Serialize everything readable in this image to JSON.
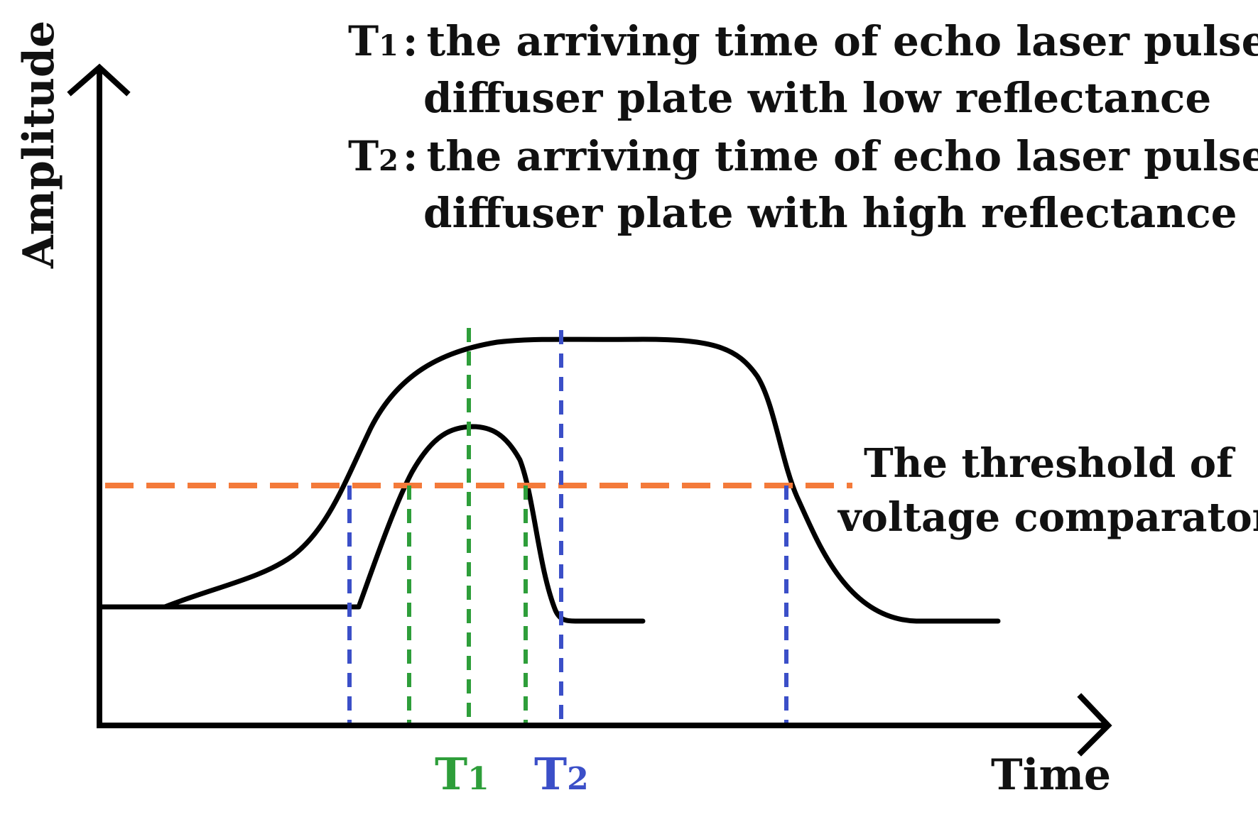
{
  "axes": {
    "y_label": "Amplitude",
    "x_label": "Time"
  },
  "legend": {
    "t1_symbol": "T",
    "t1_sub": "1",
    "t1_line1": "the arriving time of echo laser pulse for",
    "t1_line2": "diffuser plate with low reflectance",
    "t2_symbol": "T",
    "t2_sub": "2",
    "t2_line1": "the arriving time of echo laser pulse for",
    "t2_line2": "diffuser plate with high reflectance",
    "separator": ":"
  },
  "threshold": {
    "line1": "The threshold of",
    "line2": "voltage comparator"
  },
  "ticks": {
    "t1": {
      "symbol": "T",
      "sub": "1"
    },
    "t2": {
      "symbol": "T",
      "sub": "2"
    }
  },
  "colors": {
    "curve": "#000000",
    "threshold": "#F47A3A",
    "t1_marker": "#2E9E3A",
    "t2_marker": "#3B4FC8"
  }
}
